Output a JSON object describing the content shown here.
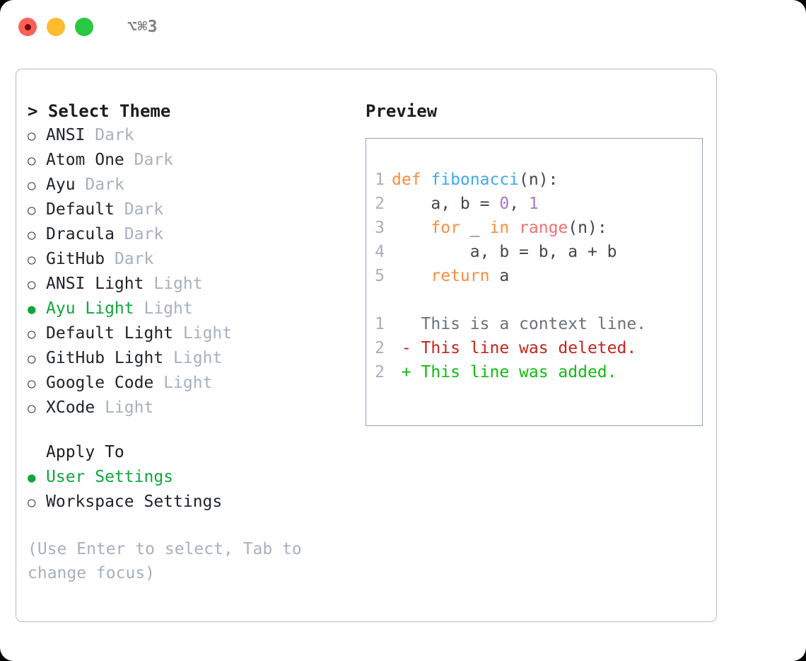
{
  "titlebar": {
    "shortcut": "⌥⌘3",
    "lights": [
      "close-red",
      "minimize-yellow",
      "maximize-green"
    ]
  },
  "colors": {
    "accent_green": "#10a63a",
    "panel_border": "#b4bcc7",
    "code_border": "#98a2b0",
    "muted": "#a8b0bd",
    "text": "#1f2328",
    "keyword_orange": "#fa8d3e",
    "function_blue": "#3fa8f5",
    "number_purple": "#a37acc",
    "builtin_red": "#f07171",
    "diff_delete": "#c4241d",
    "diff_add": "#11bb11"
  },
  "theme_list": {
    "header_prefix": ">",
    "header": "Select Theme",
    "marker_selected": "●",
    "marker_unselected": "○",
    "items": [
      {
        "marker": "○",
        "name": "ANSI",
        "kind": "Dark",
        "selected": false
      },
      {
        "marker": "○",
        "name": "Atom One",
        "kind": "Dark",
        "selected": false
      },
      {
        "marker": "○",
        "name": "Ayu",
        "kind": "Dark",
        "selected": false
      },
      {
        "marker": "○",
        "name": "Default",
        "kind": "Dark",
        "selected": false
      },
      {
        "marker": "○",
        "name": "Dracula",
        "kind": "Dark",
        "selected": false
      },
      {
        "marker": "○",
        "name": "GitHub",
        "kind": "Dark",
        "selected": false
      },
      {
        "marker": "○",
        "name": "ANSI Light",
        "kind": "Light",
        "selected": false
      },
      {
        "marker": "●",
        "name": "Ayu Light",
        "kind": "Light",
        "selected": true
      },
      {
        "marker": "○",
        "name": "Default Light",
        "kind": "Light",
        "selected": false
      },
      {
        "marker": "○",
        "name": "GitHub Light",
        "kind": "Light",
        "selected": false
      },
      {
        "marker": "○",
        "name": "Google Code",
        "kind": "Light",
        "selected": false
      },
      {
        "marker": "○",
        "name": "XCode",
        "kind": "Light",
        "selected": false
      }
    ]
  },
  "apply_to": {
    "header": "Apply To",
    "items": [
      {
        "marker": "●",
        "name": "User Settings",
        "selected": true
      },
      {
        "marker": "○",
        "name": "Workspace Settings",
        "selected": false
      }
    ]
  },
  "hint": "(Use Enter to select, Tab to change focus)",
  "preview": {
    "header": "Preview",
    "code_lines": [
      {
        "no": "1",
        "tokens": [
          {
            "t": "def ",
            "c": "kw"
          },
          {
            "t": "fibonacci",
            "c": "fn"
          },
          {
            "t": "(n):",
            "c": "ctext"
          }
        ]
      },
      {
        "no": "2",
        "tokens": [
          {
            "t": "    a, b = ",
            "c": "ctext"
          },
          {
            "t": "0",
            "c": "num"
          },
          {
            "t": ", ",
            "c": "ctext"
          },
          {
            "t": "1",
            "c": "num"
          }
        ]
      },
      {
        "no": "3",
        "tokens": [
          {
            "t": "    ",
            "c": "ctext"
          },
          {
            "t": "for",
            "c": "kw"
          },
          {
            "t": " _ ",
            "c": "ctext"
          },
          {
            "t": "in",
            "c": "kw"
          },
          {
            "t": " ",
            "c": "ctext"
          },
          {
            "t": "range",
            "c": "builtin"
          },
          {
            "t": "(n):",
            "c": "ctext"
          }
        ]
      },
      {
        "no": "4",
        "tokens": [
          {
            "t": "        a, b = b, a + b",
            "c": "ctext"
          }
        ]
      },
      {
        "no": "5",
        "tokens": [
          {
            "t": "    ",
            "c": "ctext"
          },
          {
            "t": "return",
            "c": "kw"
          },
          {
            "t": " a",
            "c": "ctext"
          }
        ]
      }
    ],
    "diff_lines": [
      {
        "no": "1",
        "text": "   This is a context line.",
        "kind": "diff-ctx"
      },
      {
        "no": "2",
        "text": " - This line was deleted.",
        "kind": "diff-del"
      },
      {
        "no": "2",
        "text": " + This line was added.",
        "kind": "diff-add"
      }
    ]
  }
}
